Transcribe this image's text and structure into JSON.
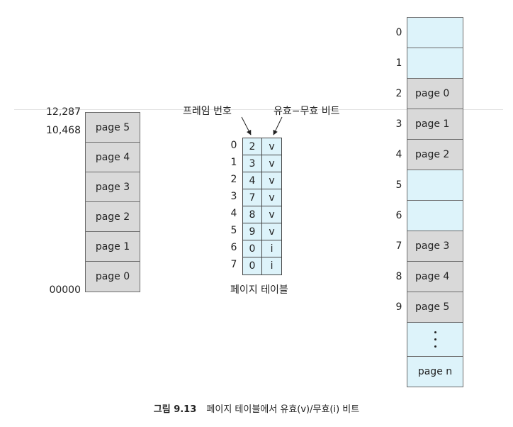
{
  "logical_memory": {
    "pages": [
      "page 5",
      "page 4",
      "page 3",
      "page 2",
      "page 1",
      "page 0"
    ],
    "addresses": {
      "top": "12,287",
      "second": "10,468",
      "bottom": "00000"
    }
  },
  "page_table": {
    "frame_label": "프레임 번호",
    "valid_label": "유효−무효 비트",
    "caption": "페이지 테이블",
    "rows": [
      {
        "index": "0",
        "frame": "2",
        "bit": "v"
      },
      {
        "index": "1",
        "frame": "3",
        "bit": "v"
      },
      {
        "index": "2",
        "frame": "4",
        "bit": "v"
      },
      {
        "index": "3",
        "frame": "7",
        "bit": "v"
      },
      {
        "index": "4",
        "frame": "8",
        "bit": "v"
      },
      {
        "index": "5",
        "frame": "9",
        "bit": "v"
      },
      {
        "index": "6",
        "frame": "0",
        "bit": "i"
      },
      {
        "index": "7",
        "frame": "0",
        "bit": "i"
      }
    ]
  },
  "physical_memory": {
    "frame_numbers": [
      "0",
      "1",
      "2",
      "3",
      "4",
      "5",
      "6",
      "7",
      "8",
      "9"
    ],
    "frames": [
      "",
      "",
      "page 0",
      "page 1",
      "page 2",
      "",
      "",
      "page 3",
      "page 4",
      "page 5"
    ],
    "last_frame": "page n"
  },
  "figure_caption": {
    "number": "그림 9.13",
    "text": "페이지 테이블에서 유효(v)/무효(i) 비트"
  },
  "colors": {
    "used_page": "#d9d9d9",
    "free_frame": "#ddf3fa",
    "border": "#6b6b6b"
  }
}
